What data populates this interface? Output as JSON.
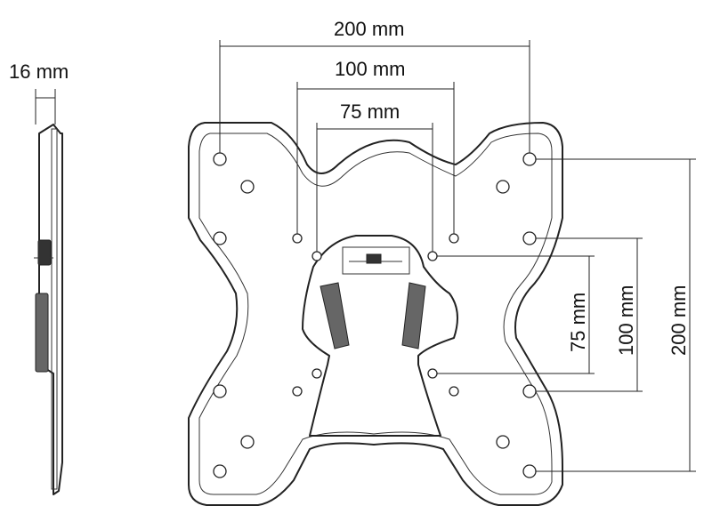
{
  "dimensions": {
    "side_thickness": "16 mm",
    "top_200": "200 mm",
    "top_100": "100 mm",
    "top_75": "75 mm",
    "right_75": "75 mm",
    "right_100": "100 mm",
    "right_200": "200 mm"
  }
}
